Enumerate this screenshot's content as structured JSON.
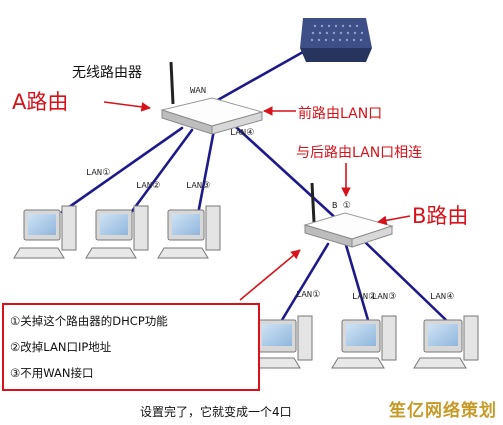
{
  "labels": {
    "wireless_router": "无线路由器",
    "router_a": "A路由",
    "router_b": "B路由",
    "front_lan": "前路由LAN口",
    "connect_back": "与后路由LAN口相连",
    "wan": "WAN",
    "a_lan1": "LAN①",
    "a_lan2": "LAN②",
    "a_lan3": "LAN③",
    "a_lan4": "LAN④",
    "b_lan1": "LAN①",
    "b_lan2": "LAN②",
    "b_lan3": "LAN③",
    "b_lan4": "LAN④",
    "b_port_top": "B ①"
  },
  "steps": [
    "①关掉这个路由器的DHCP功能",
    "②改掉LAN口IP地址",
    "③不用WAN接口"
  ],
  "bottom_note": "设置完了，它就变成一个4口",
  "watermark": "笙亿网络策划",
  "colors": {
    "cable": "#1f1a8c",
    "annotation_red": "#d8121a",
    "watermark": "#c79a28"
  }
}
